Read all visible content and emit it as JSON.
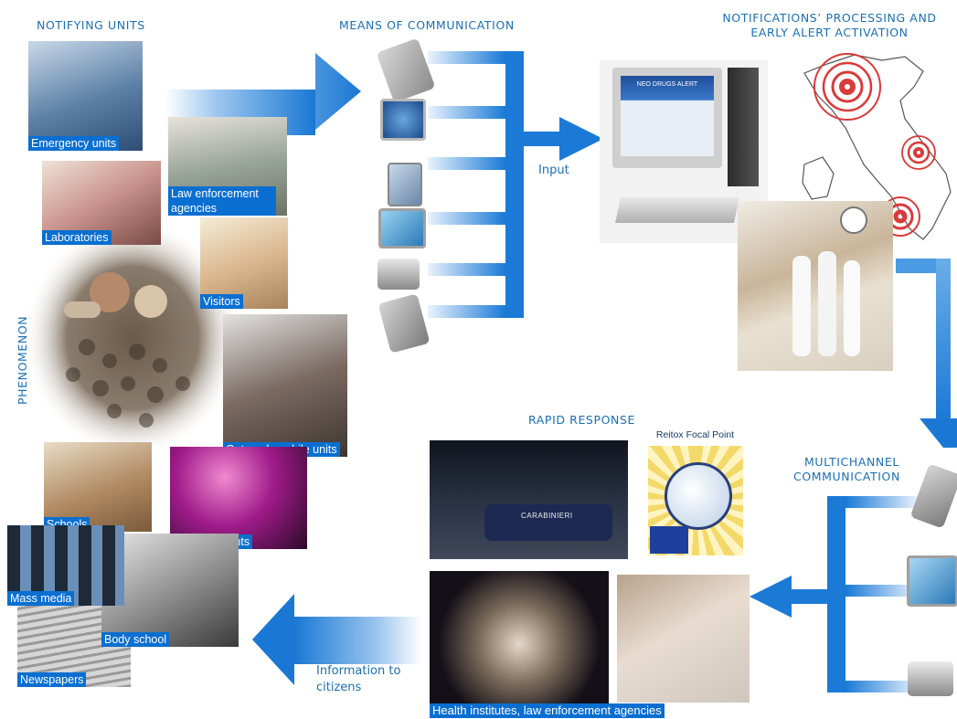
{
  "headings": {
    "notifying_units": "NOTIFYING UNITS",
    "means_of_communication": "MEANS OF COMMUNICATION",
    "processing_line1": "NOTIFICATIONS’ PROCESSING AND",
    "processing_line2": "EARLY ALERT ACTIVATION",
    "phenomenon": "PHENOMENON",
    "rapid_response": "RAPID RESPONSE",
    "multichannel_line1": "MULTICHANNEL",
    "multichannel_line2": "COMMUNICATION"
  },
  "notifying_units": {
    "emergency": "Emergency units",
    "laboratories": "Laboratories",
    "law_enforcement": "Law enforcement agencies",
    "visitors": "Visitors",
    "outreach": "Outreach mobile units",
    "schools": "Schools",
    "entertainments": "Entertainments",
    "mass_media": "Mass media",
    "body_school": "Body school",
    "newspapers": "Newspapers"
  },
  "flow_labels": {
    "input": "Input",
    "info_line1": "Information to",
    "info_line2": "citizens"
  },
  "rapid_response": {
    "reitox": "Reitox Focal Point",
    "health": "Health institutes, law enforcement agencies",
    "police_sign": "CARABINIERI",
    "portal": "NEO DRUGS ALERT"
  }
}
